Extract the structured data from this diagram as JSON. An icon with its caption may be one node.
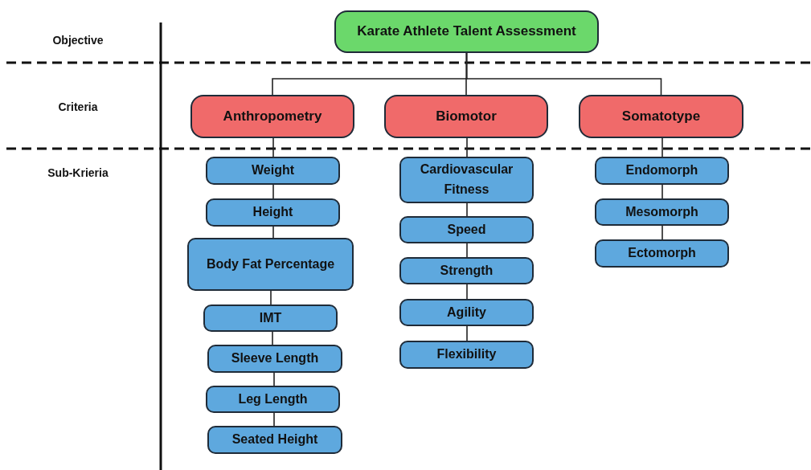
{
  "diagram": {
    "nodes": [
      {
        "text": [
          "Karate Athlete Talent Assessment"
        ]
      },
      {
        "text": [
          "Anthropometry"
        ]
      },
      {
        "text": [
          "Biomotor"
        ]
      },
      {
        "text": [
          "Somatotype"
        ]
      },
      {
        "text": [
          "Weight"
        ]
      },
      {
        "text": [
          "Height"
        ]
      },
      {
        "text": [
          "Body Fat Percentage"
        ]
      },
      {
        "text": [
          "IMT"
        ]
      },
      {
        "text": [
          "Sleeve Length"
        ]
      },
      {
        "text": [
          "Leg Length"
        ]
      },
      {
        "text": [
          "Seated Height"
        ]
      },
      {
        "text": [
          "Cardiovascular Fitness"
        ]
      },
      {
        "text": [
          "Speed"
        ]
      },
      {
        "text": [
          "Strength"
        ]
      },
      {
        "text": [
          "Agility"
        ]
      },
      {
        "text": [
          "Flexibility"
        ]
      },
      {
        "text": [
          "Endomorph"
        ]
      },
      {
        "text": [
          "Mesomorph"
        ]
      },
      {
        "text": [
          "Ectomorph"
        ]
      }
    ],
    "edges": [
      {
        "from": 0,
        "to": 1,
        "arrow": "none"
      },
      {
        "from": 0,
        "to": 2,
        "arrow": "none"
      },
      {
        "from": 0,
        "to": 3,
        "arrow": "none"
      },
      {
        "from": 1,
        "to": 4,
        "arrow": "none"
      },
      {
        "from": 4,
        "to": 5,
        "arrow": "none"
      },
      {
        "from": 5,
        "to": 6,
        "arrow": "none"
      },
      {
        "from": 6,
        "to": 7,
        "arrow": "none"
      },
      {
        "from": 7,
        "to": 8,
        "arrow": "none"
      },
      {
        "from": 8,
        "to": 9,
        "arrow": "none"
      },
      {
        "from": 9,
        "to": 10,
        "arrow": "none"
      },
      {
        "from": 2,
        "to": 11,
        "arrow": "none"
      },
      {
        "from": 11,
        "to": 12,
        "arrow": "none"
      },
      {
        "from": 12,
        "to": 13,
        "arrow": "none"
      },
      {
        "from": 13,
        "to": 14,
        "arrow": "none"
      },
      {
        "from": 14,
        "to": 15,
        "arrow": "none"
      },
      {
        "from": 3,
        "to": 16,
        "arrow": "none"
      },
      {
        "from": 16,
        "to": 17,
        "arrow": "none"
      },
      {
        "from": 17,
        "to": 18,
        "arrow": "none"
      }
    ],
    "labels": [
      "Objective",
      "Criteria",
      "Sub-Krieria"
    ]
  }
}
